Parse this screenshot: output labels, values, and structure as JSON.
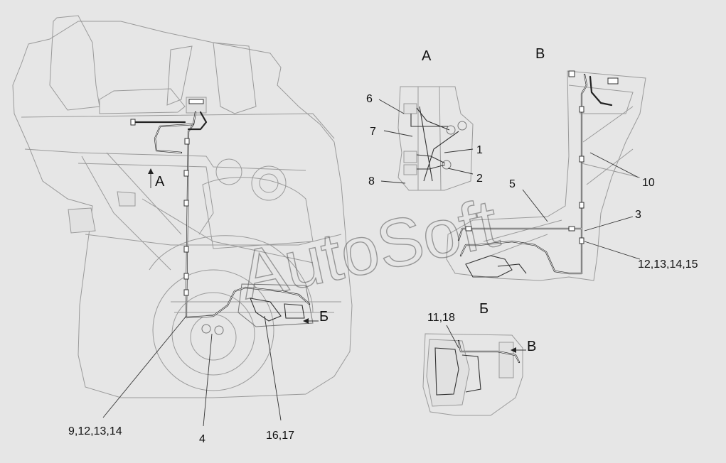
{
  "views": {
    "a": "А",
    "b": "В",
    "be": "Б"
  },
  "callouts": {
    "c1": "1",
    "c2": "2",
    "c3": "3",
    "c4": "4",
    "c5": "5",
    "c6": "6",
    "c7": "7",
    "c8": "8",
    "c10": "10",
    "c9_12_13_14": "9,12,13,14",
    "c11_18": "11,18",
    "c12_13_14_15": "12,13,14,15",
    "c16_17": "16,17"
  },
  "markers": {
    "a": "А",
    "be": "Б",
    "b": "В"
  },
  "watermark": "AutoSoft"
}
